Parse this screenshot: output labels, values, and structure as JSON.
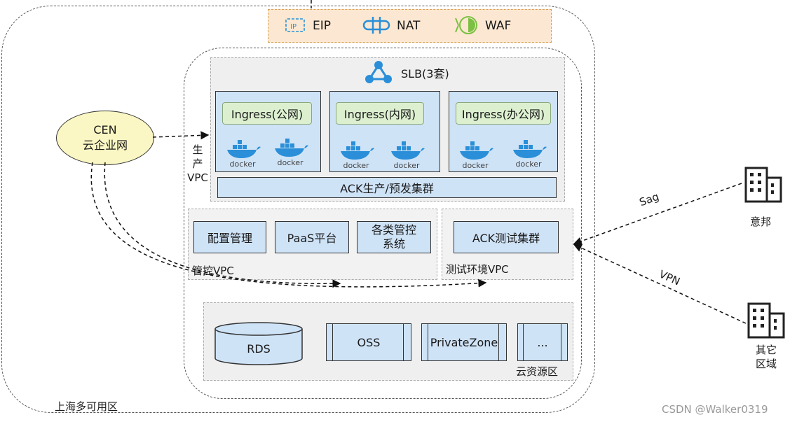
{
  "top_services": [
    {
      "label": "EIP",
      "icon": "eip-icon"
    },
    {
      "label": "NAT",
      "icon": "nat-icon"
    },
    {
      "label": "WAF",
      "icon": "waf-icon"
    }
  ],
  "slb": {
    "label": "SLB(3套)",
    "icon": "slb-icon"
  },
  "ingress": [
    "Ingress(公网)",
    "Ingress(内网)",
    "Ingress(办公网)"
  ],
  "docker_label": "docker",
  "ack_prod": "ACK生产/预发集群",
  "prod_vpc_label": "生\n产\nVPC",
  "cen": {
    "line1": "CEN",
    "line2": "云企业网"
  },
  "mgmt": {
    "items": [
      "配置管理",
      "PaaS平台",
      "各类管控\n系统"
    ],
    "label": "管控VPC"
  },
  "test": {
    "item": "ACK测试集群",
    "label": "测试环境VPC"
  },
  "cloud": {
    "items": [
      "RDS",
      "OSS",
      "PrivateZone",
      "..."
    ],
    "label": "云资源区"
  },
  "zone_label": "上海多可用区",
  "external": [
    {
      "name": "意邦",
      "link": "Sag"
    },
    {
      "name": "其它\n区域",
      "link": "VPN"
    }
  ],
  "watermark": "CSDN @Walker0319",
  "colors": {
    "blue_fill": "#cfe3f7",
    "green_fill": "#dcf0d0",
    "cen_fill": "#fbf7c4",
    "top_fill": "#fce8d2",
    "icon_blue": "#2a8fd8"
  }
}
